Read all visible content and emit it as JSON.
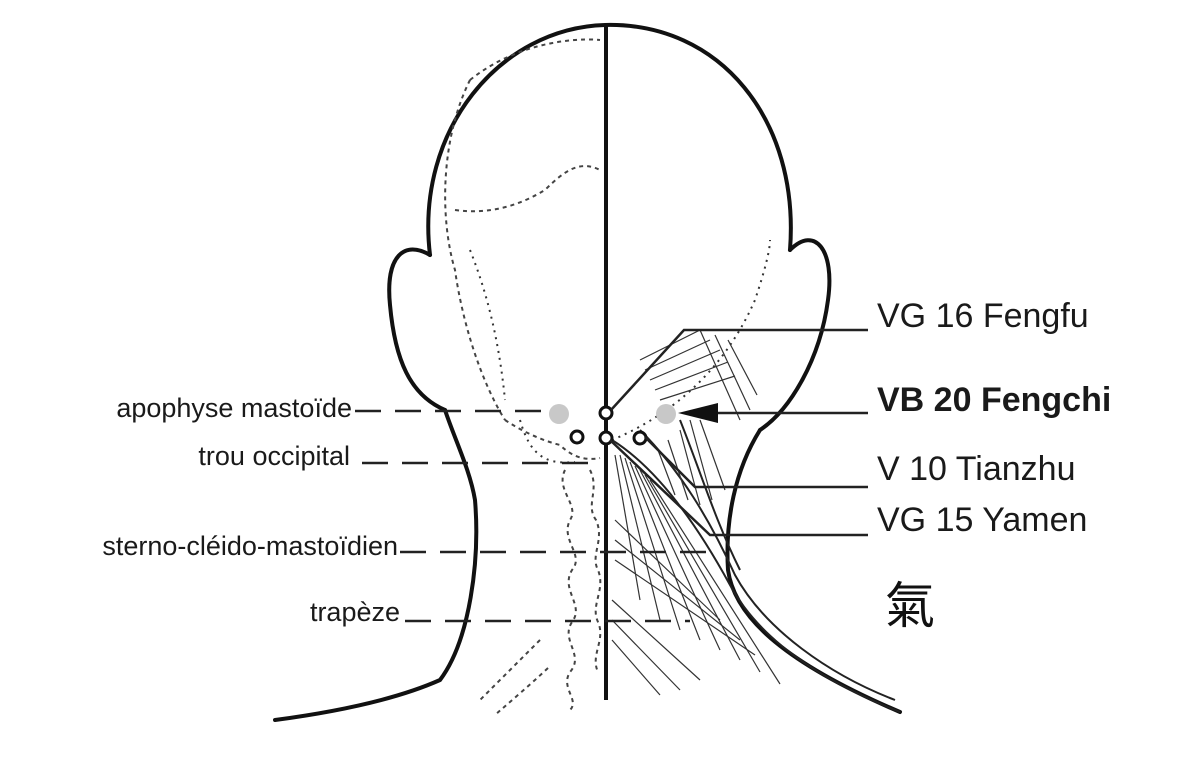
{
  "labels_left": {
    "mastoid": "apophyse mastoïde",
    "foramen": "trou occipital",
    "scm": "sterno-cléido-mastoïdien",
    "trapezius": "trapèze"
  },
  "labels_right": {
    "vg16": "VG 16 Fengfu",
    "vb20": "VB 20 Fengchi",
    "v10": "V 10 Tianzhu",
    "vg15": "VG 15 Yamen"
  },
  "glyph": "氣",
  "colors": {
    "ink": "#111111",
    "point_highlight": "#c8c8c8",
    "background": "#ffffff"
  }
}
